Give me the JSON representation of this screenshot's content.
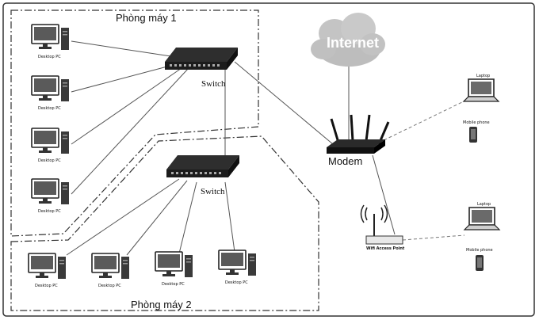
{
  "room1": {
    "title": "Phòng máy 1"
  },
  "room2": {
    "title": "Phòng máy 2"
  },
  "switch_label": "Switch",
  "internet_label": "Internet",
  "modem_label": "Modem",
  "pc_label": "Desktop PC",
  "laptop_label": "Laptop",
  "mobile_label": "Mobile phone",
  "ap_label": "Wifi Access Point"
}
